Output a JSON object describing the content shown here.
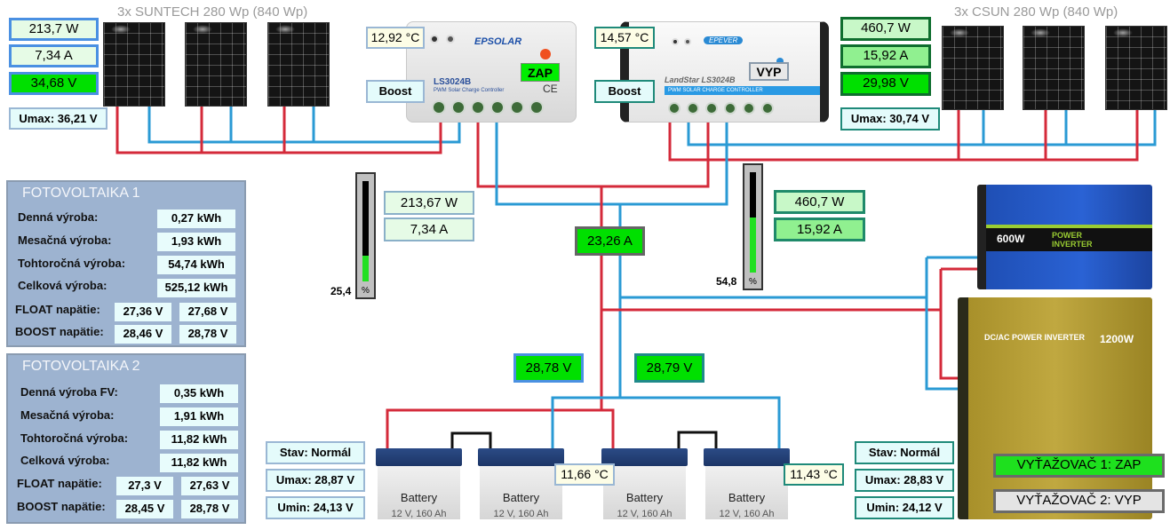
{
  "pv1": {
    "title": "3x SUNTECH 280 Wp (840 Wp)",
    "power": "213,7 W",
    "current": "7,34 A",
    "voltage": "34,68 V",
    "umax": "Umax: 36,21 V"
  },
  "pv2": {
    "title": "3x CSUN 280 Wp (840 Wp)",
    "power": "460,7 W",
    "current": "15,92 A",
    "voltage": "29,98 V",
    "umax": "Umax: 30,74 V"
  },
  "controller1": {
    "temp": "12,92 °C",
    "mode": "Boost",
    "state": "ZAP",
    "model": "LS3024B",
    "brand": "EPSOLAR",
    "subtitle": "PWM Solar Charge Controller",
    "out_power": "213,67 W",
    "out_current": "7,34 A",
    "gauge_value": "25,4",
    "gauge_percent": 25.4,
    "gauge_unit": "%"
  },
  "controller2": {
    "temp": "14,57 °C",
    "mode": "Boost",
    "state": "VYP",
    "model": "LandStar LS3024B",
    "brand": "EPEVER",
    "subtitle": "PWM SOLAR CHARGE CONTROLLER",
    "out_power": "460,7 W",
    "out_current": "15,92 A",
    "gauge_value": "54,8",
    "gauge_percent": 54.8,
    "gauge_unit": "%"
  },
  "bus": {
    "total_current": "23,26 A",
    "voltage_left": "28,78 V",
    "voltage_right": "28,79 V"
  },
  "stats1": {
    "title": "FOTOVOLTAIKA 1",
    "rows": [
      {
        "label": "Denná výroba:",
        "value": "0,27 kWh"
      },
      {
        "label": "Mesačná výroba:",
        "value": "1,93 kWh"
      },
      {
        "label": "Tohtoročná výroba:",
        "value": "54,74 kWh"
      },
      {
        "label": "Celková výroba:",
        "value": "525,12 kWh"
      }
    ],
    "float_label": "FLOAT napätie:",
    "float_values": [
      "27,36 V",
      "27,68 V"
    ],
    "boost_label": "BOOST napätie:",
    "boost_values": [
      "28,46 V",
      "28,78 V"
    ]
  },
  "stats2": {
    "title": "FOTOVOLTAIKA 2",
    "rows": [
      {
        "label": "Denná výroba FV:",
        "value": "0,35 kWh"
      },
      {
        "label": "Mesačná výroba:",
        "value": "1,91 kWh"
      },
      {
        "label": "Tohtoročná výroba:",
        "value": "11,82 kWh"
      },
      {
        "label": "Celková výroba:",
        "value": "11,82 kWh"
      }
    ],
    "float_label": "FLOAT napätie:",
    "float_values": [
      "27,3 V",
      "27,63 V"
    ],
    "boost_label": "BOOST napätie:",
    "boost_values": [
      "28,45 V",
      "28,78 V"
    ]
  },
  "bank1": {
    "state": "Stav: Normál",
    "umax": "Umax: 28,87 V",
    "umin": "Umin: 24,13 V",
    "temp": "11,66 °C"
  },
  "bank2": {
    "state": "Stav: Normál",
    "umax": "Umax: 28,83 V",
    "umin": "Umin: 24,12 V",
    "temp": "11,43 °C"
  },
  "batteries": [
    {
      "name": "Battery",
      "spec": "12 V, 160 Ah"
    },
    {
      "name": "Battery",
      "spec": "12 V, 160 Ah"
    },
    {
      "name": "Battery",
      "spec": "12 V, 160 Ah"
    },
    {
      "name": "Battery",
      "spec": "12 V, 160 Ah"
    }
  ],
  "inverters": [
    {
      "name": "POWER INVERTER",
      "rating": "600W",
      "color": "#1f4fb5"
    },
    {
      "name": "DC/AC POWER INVERTER",
      "rating": "1200W",
      "color": "#a8902a"
    }
  ],
  "loads": [
    {
      "label": "VYŤAŽOVAČ 1: ZAP",
      "color": "#1ee01e"
    },
    {
      "label": "VYŤAŽOVAČ 2: VYP",
      "color": "#e4e4e4"
    }
  ],
  "colors": {
    "positive_wire": "#d42a3a",
    "negative_wire": "#2a9ad4",
    "bridge_wire": "#111111"
  }
}
